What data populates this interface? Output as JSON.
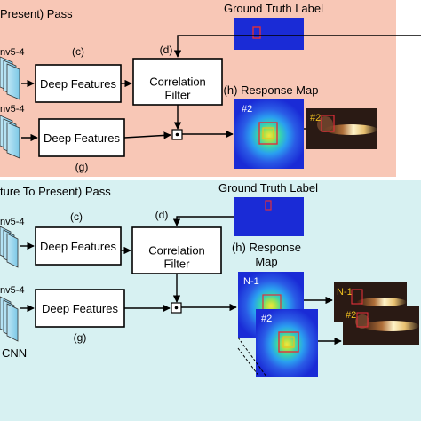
{
  "colors": {
    "top_panel_bg": "#f8c7b6",
    "bottom_panel_bg": "#d7f1f2",
    "heatmap_bg": "#1a2bd6",
    "bbox_red": "#e0303a",
    "bbox_yellow": "#f0c020"
  },
  "top_pass": {
    "title": "Present) Pass",
    "ground_truth_label": "Ground Truth Label",
    "conv_top": "nv5-4",
    "conv_bottom": "nv5-4",
    "step_c": "(c)",
    "step_d": "(d)",
    "step_g": "(g)",
    "deep_features_a": "Deep Features",
    "deep_features_b": "Deep Features",
    "correlation_filter": "Correlation Filter",
    "response_map_label": "(h) Response Map",
    "map_index": "#2",
    "frame_index": "#2"
  },
  "bottom_pass": {
    "title": "ture To Present) Pass",
    "ground_truth_label": "Ground Truth Label",
    "conv_top": "nv5-4",
    "conv_bottom": "nv5-4",
    "cnn_label": "CNN",
    "step_c": "(c)",
    "step_d": "(d)",
    "step_g": "(g)",
    "deep_features_a": "Deep Features",
    "deep_features_b": "Deep Features",
    "correlation_filter": "Correlation Filter",
    "response_label": "(h) Response Map",
    "map_back_index": "N-1",
    "map_front_index": "#2",
    "frame_back_index": "N-1",
    "frame_front_index": "#2"
  }
}
